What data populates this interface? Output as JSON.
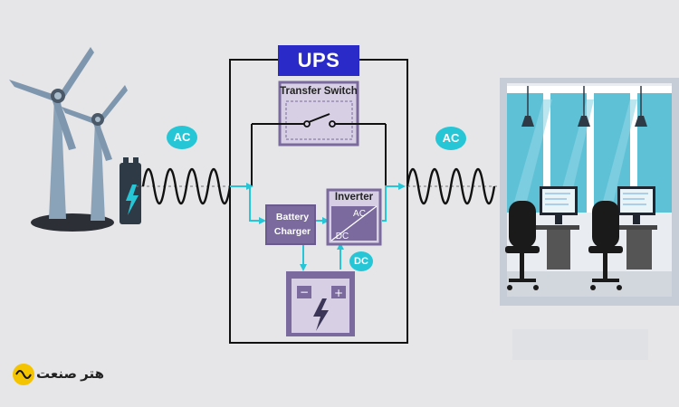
{
  "diagram": {
    "ups_label": "UPS",
    "transfer_switch_label": "Transfer Switch",
    "battery_charger_label": [
      "Battery",
      "Charger"
    ],
    "inverter_label": "Inverter",
    "inverter_ac": "AC",
    "inverter_dc": "DC",
    "ac_input_badge": "AC",
    "ac_output_badge": "AC",
    "dc_badge": "DC"
  },
  "brand": {
    "logo_text": "هتر صنعت"
  },
  "colors": {
    "ups_blue": "#2a2ac8",
    "box_purple": "#7a6a9e",
    "teal": "#26c6d6",
    "wire": "#111111",
    "wall": "#c7cdd6",
    "window": "#5fc1d6"
  }
}
